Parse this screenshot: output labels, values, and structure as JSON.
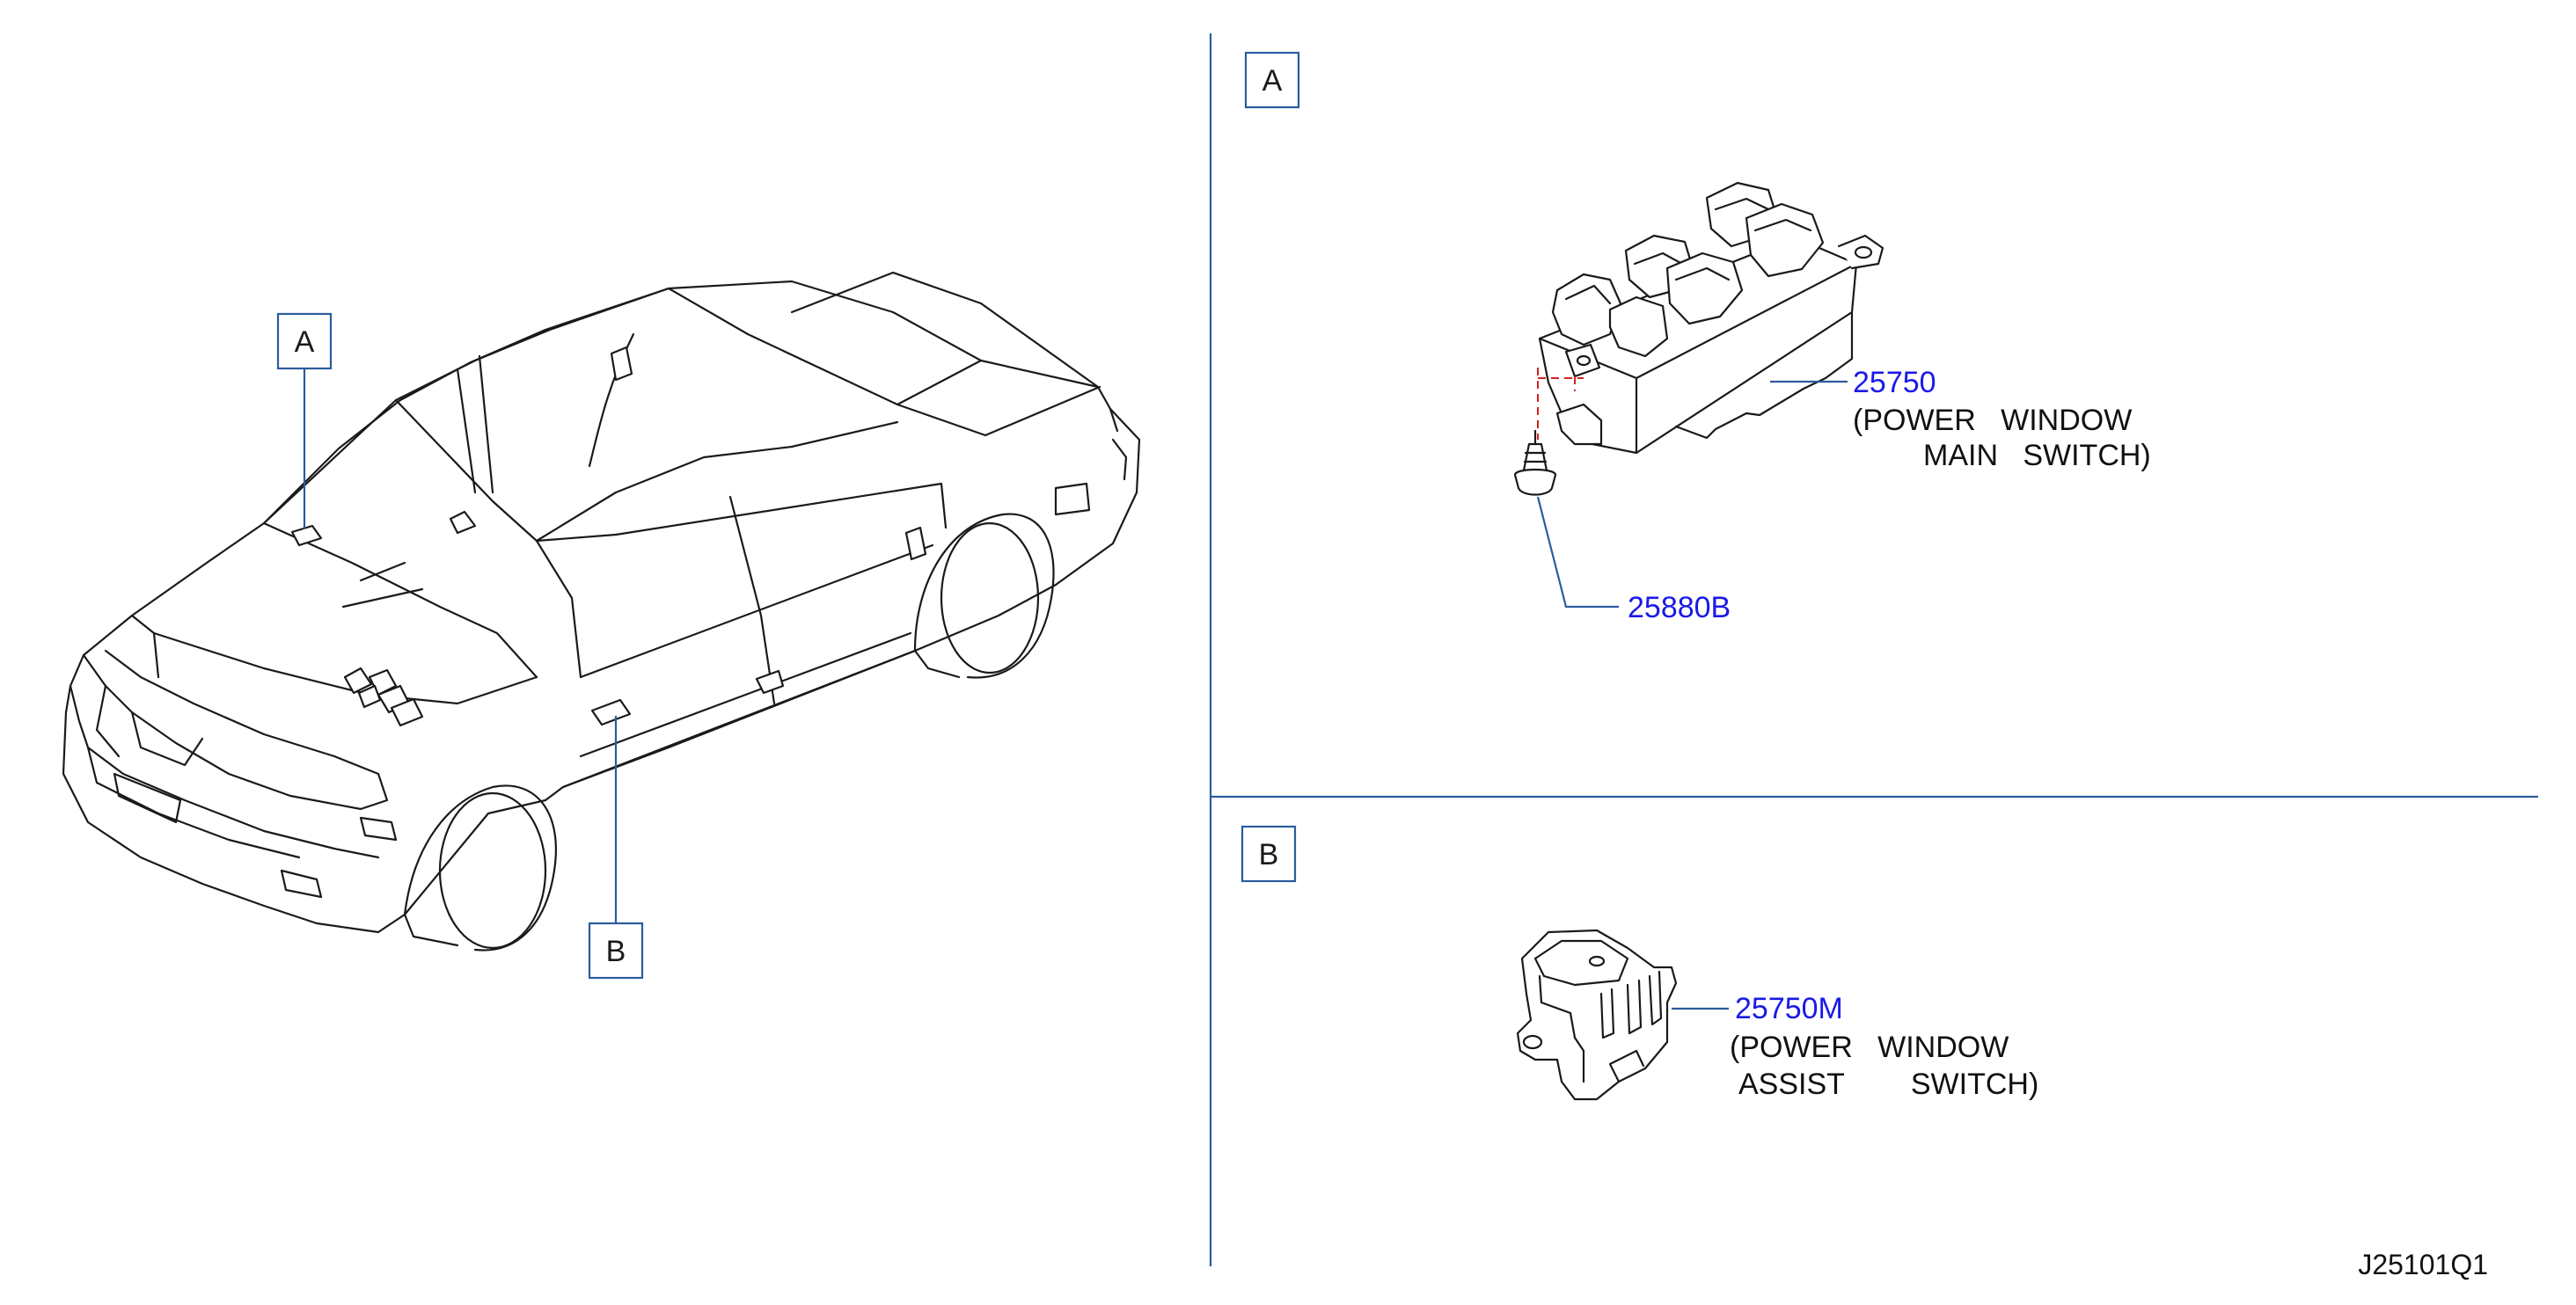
{
  "diagram_code": "J25101Q1",
  "callouts": {
    "car_a": "A",
    "car_b": "B",
    "section_a": "A",
    "section_b": "B"
  },
  "parts": [
    {
      "number": "25750",
      "desc_line1": "(POWER   WINDOW",
      "desc_line2": "MAIN   SWITCH)"
    },
    {
      "number": "25880B"
    },
    {
      "number": "25750M",
      "desc_line1": "(POWER   WINDOW",
      "desc_line2": "ASSIST        SWITCH)"
    }
  ],
  "colors": {
    "leader": "#2b5c9e",
    "part_number": "#1a1ae6",
    "mount_dash": "#d42020",
    "linework": "#1a1a1a"
  }
}
